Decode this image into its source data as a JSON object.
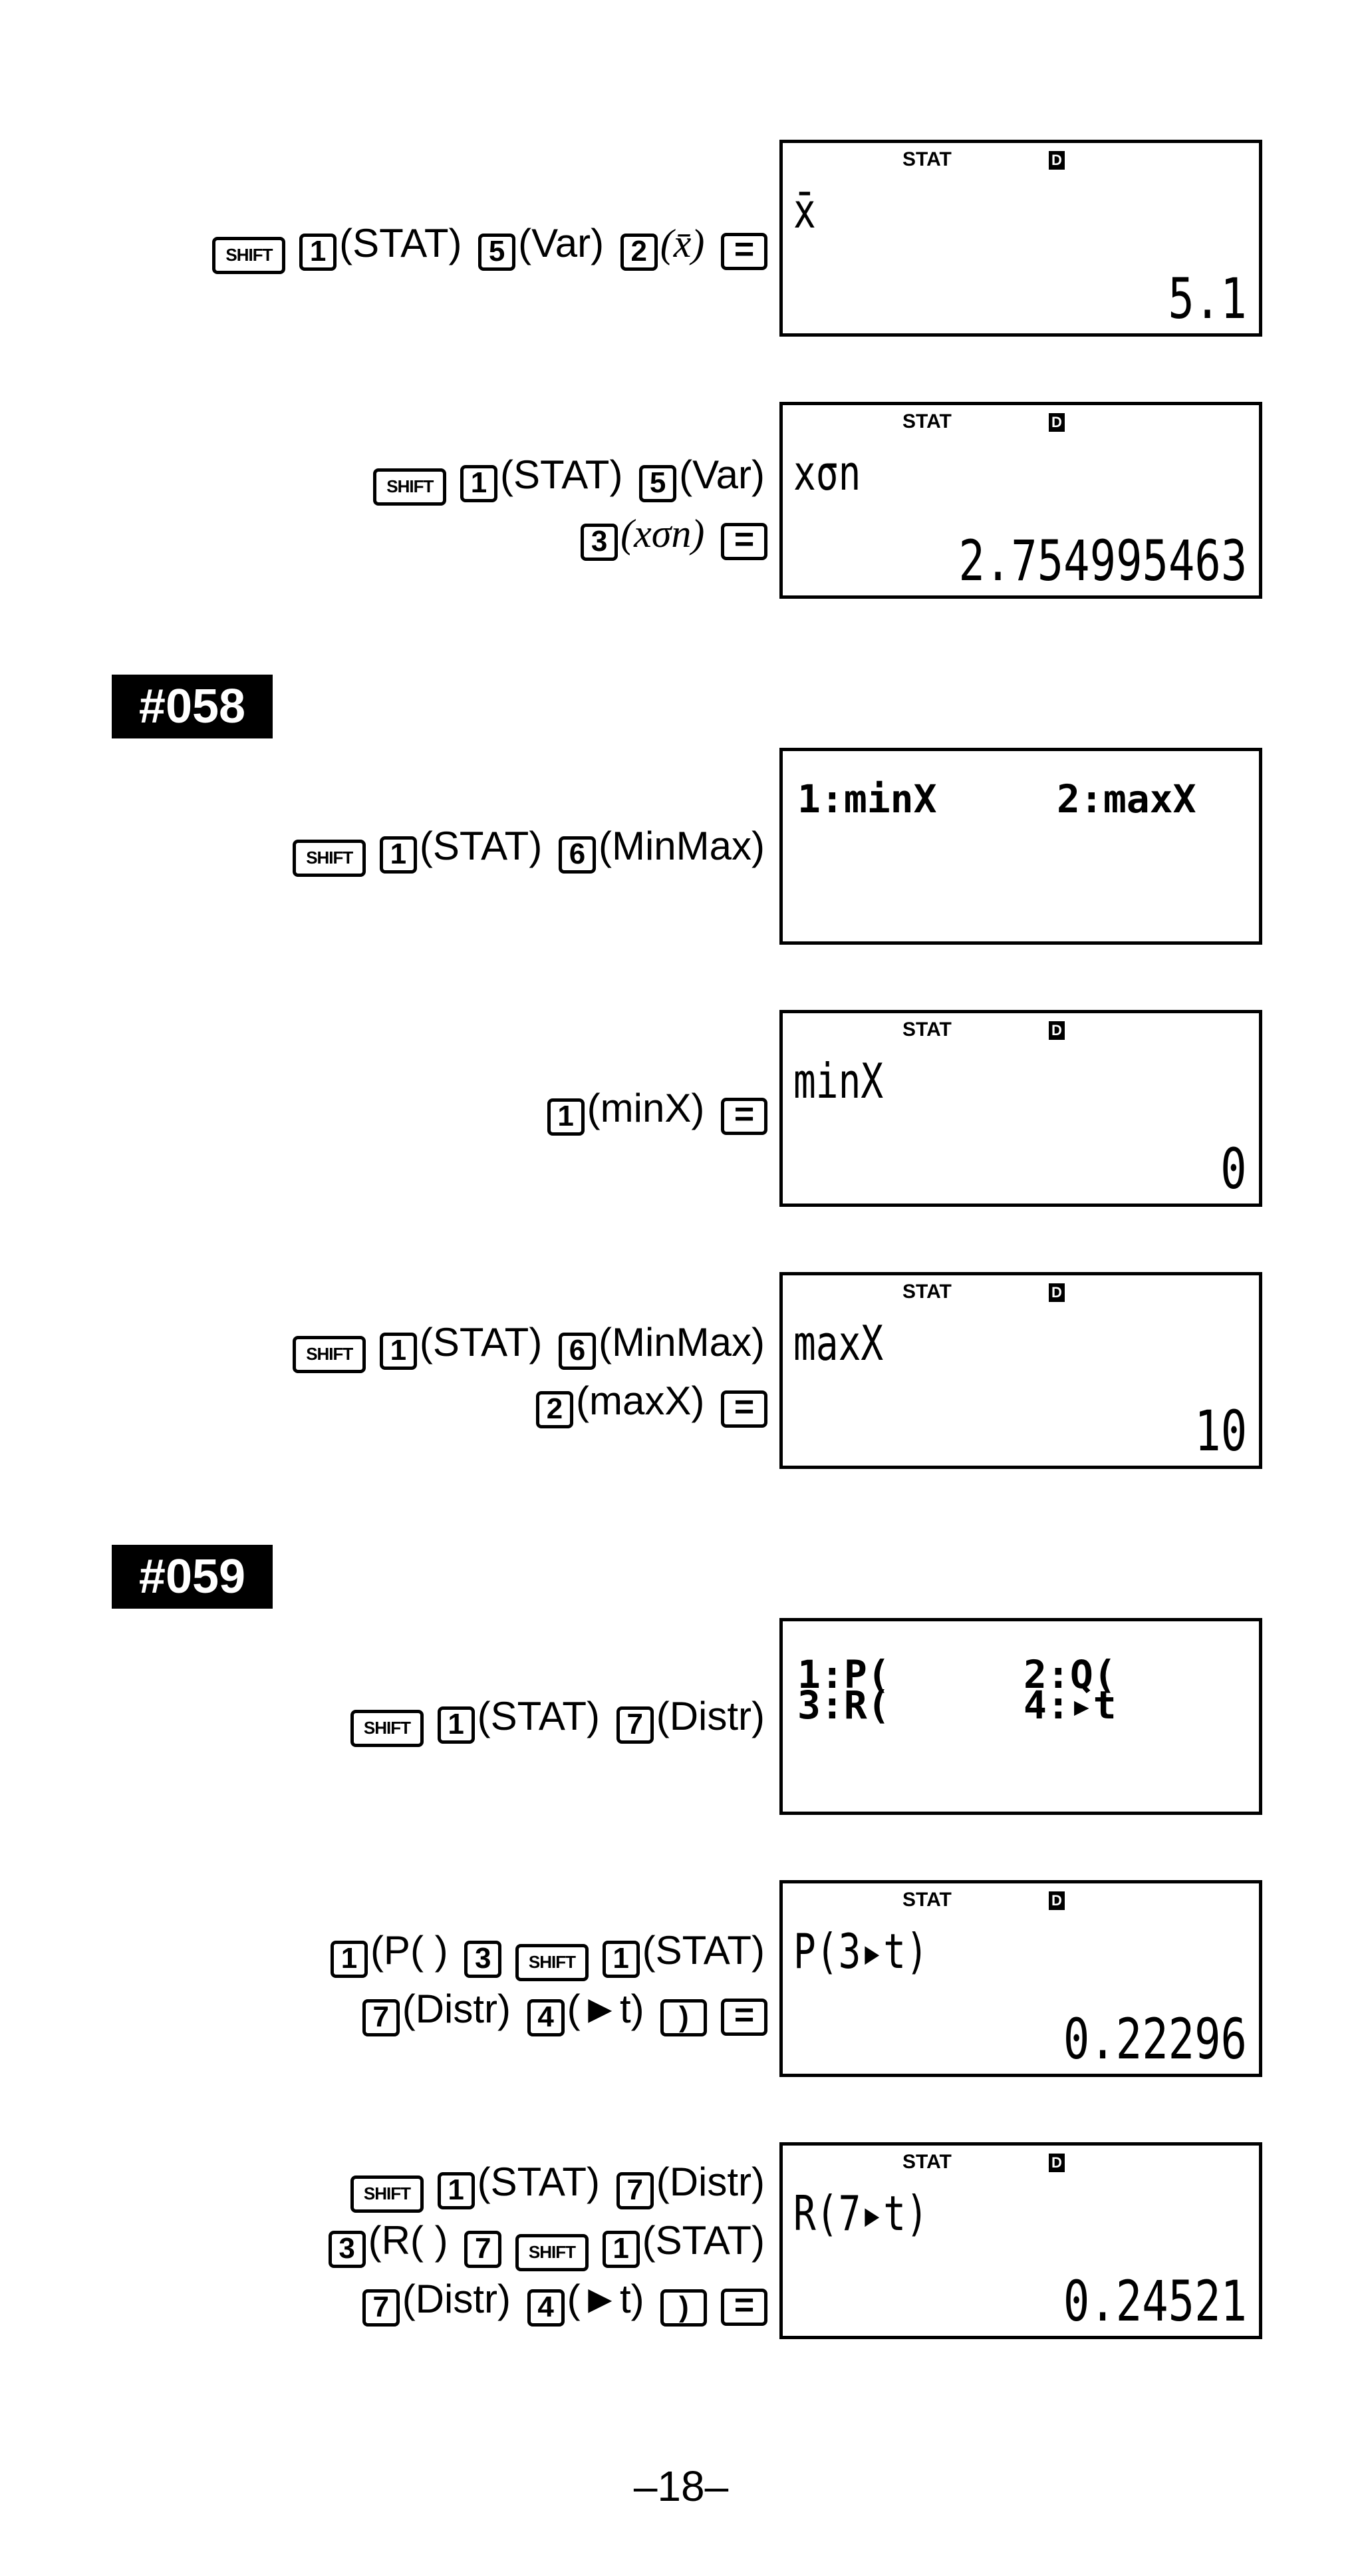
{
  "keys": {
    "shift": "SHIFT",
    "one": "1",
    "two": "2",
    "three": "3",
    "four": "4",
    "five": "5",
    "six": "6",
    "seven": "7",
    "equals": "=",
    "close_paren": ")"
  },
  "labels": {
    "stat": "(STAT)",
    "var": "(Var)",
    "xbar": "(x̄)",
    "xsn": "(xσn)",
    "minmax": "(MinMax)",
    "minx": "(minX)",
    "maxx": "(maxX)",
    "distr": "(Distr)",
    "p_open": "(P( )",
    "r_open": "(R( )",
    "tarrow": "(►t)"
  },
  "indicators": {
    "stat": "STAT",
    "deg": "D"
  },
  "sections": [
    "#058",
    "#059"
  ],
  "screens": {
    "s1": {
      "expr": "x̄",
      "result": "5.1"
    },
    "s2": {
      "expr": "xσn",
      "result": "2.754995463"
    },
    "s3": {
      "menu": [
        "1:minX",
        "2:maxX"
      ]
    },
    "s4": {
      "expr": "minX",
      "result": "0"
    },
    "s5": {
      "expr": "maxX",
      "result": "10"
    },
    "s6": {
      "menu": [
        "1:P(",
        "2:Q(",
        "3:R(",
        "4:▸t"
      ]
    },
    "s7": {
      "expr": "P(3▸t)",
      "result": "0.22296"
    },
    "s8": {
      "expr": "R(7▸t)",
      "result": "0.24521"
    }
  },
  "page_number": "–18–"
}
